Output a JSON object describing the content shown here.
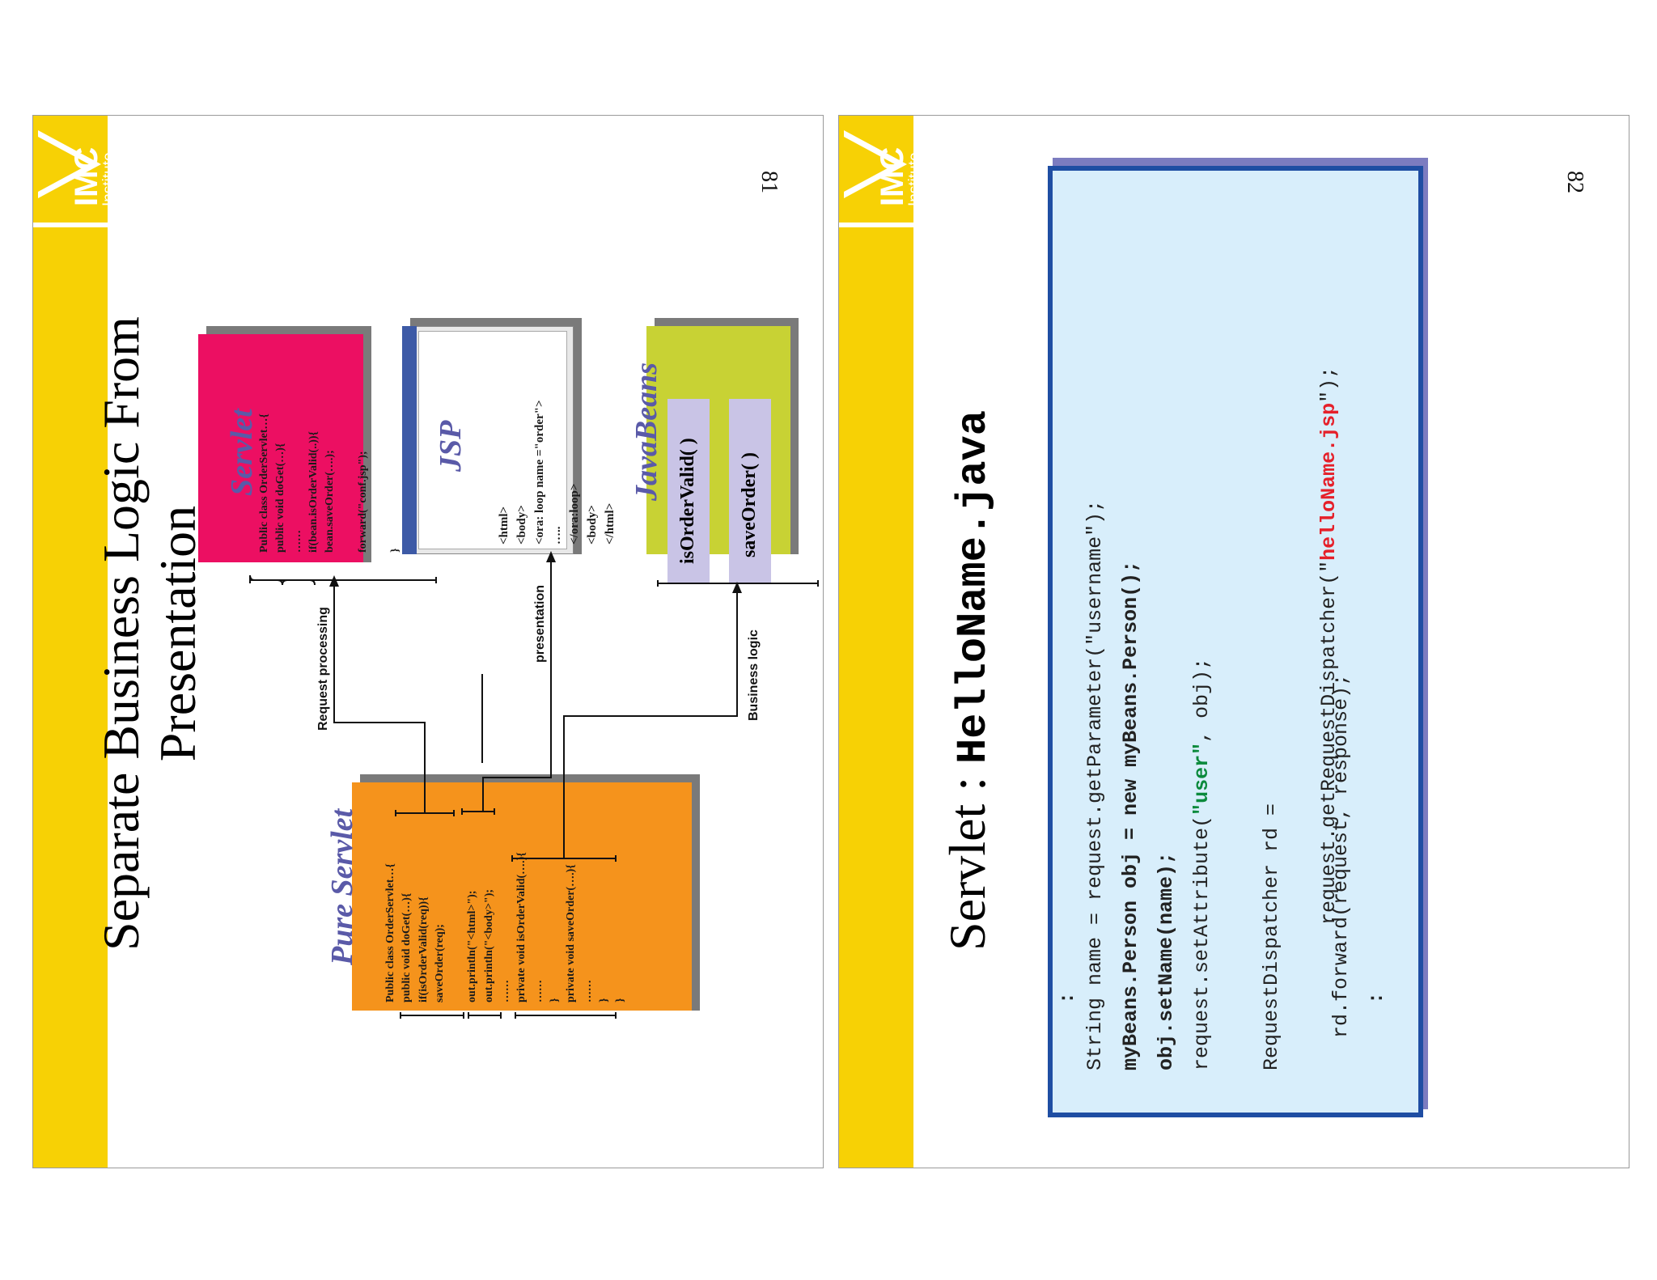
{
  "logo": {
    "name": "IMC",
    "sub": "Institute"
  },
  "slide1": {
    "page_number": "81",
    "title_line1": "Separate Business Logic From",
    "title_line2": "Presentation",
    "pure_servlet": {
      "label": "Pure Servlet",
      "code": [
        "Public class OrderServlet…{",
        "   public void doGet(…){",
        "      if(isOrderValid(req)){",
        "         saveOrder(req);",
        "",
        "      out.println(\"<html>\");",
        "      out.println(\"<body>\");",
        "      ……",
        "   private void isOrderValid(….){",
        "      ……",
        "   }",
        "   private void saveOrder(….){",
        "      ……",
        "   }",
        "}"
      ]
    },
    "servlet": {
      "label": "Servlet",
      "code": [
        "Public class OrderServlet…{",
        "   public void doGet(…){",
        "      ……",
        "      if(bean.isOrderValid(..)){",
        "         bean.saveOrder(….);",
        "",
        "         forward(\"conf.jsp\");",
        "",
        "      }",
        "   }"
      ]
    },
    "jsp": {
      "label": "JSP",
      "code": [
        "<html>",
        "   <body>",
        "   <ora: loop name =\"order\">",
        "      …..",
        "   </ora:loop>",
        "   <body>",
        "</html>"
      ]
    },
    "javabeans": {
      "label": "JavaBeans",
      "items": [
        "isOrderValid( )",
        "saveOrder( )"
      ]
    },
    "annotations": {
      "request": "Request processing",
      "presentation": "presentation",
      "business": "Business logic"
    }
  },
  "slide2": {
    "page_number": "82",
    "title_prefix": "Servlet : ",
    "title_file": "HelloName.java",
    "code": {
      "l1": ":",
      "l2": "String name = request.getParameter(\"username\");",
      "l3a": "myBeans.Person obj = ",
      "l3b": "new",
      "l3c": " myBeans.Person();",
      "l4": "obj.setName(name);",
      "l5a": "request.setAttribute(",
      "l5b": "\"user\"",
      "l5c": ", obj);",
      "l6": "RequestDispatcher rd =",
      "l7a": "        request.getRequestDispatcher(\"",
      "l7b": "helloName.jsp",
      "l7c": "\");",
      "l8": "rd.forward(request, response);",
      "l9": ":"
    }
  }
}
